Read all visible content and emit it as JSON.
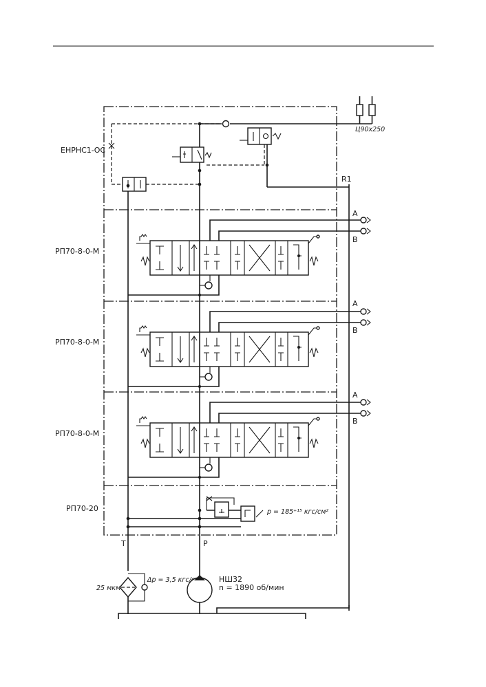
{
  "sections": {
    "enrns": "ЕНРНС1-ОС",
    "rp_1": "РП70-8-0-М",
    "rp_2": "РП70-8-0-М",
    "rp_3": "РП70-8-0-М",
    "rp_20": "РП70-20"
  },
  "cylinder": {
    "label": "Ц90х250"
  },
  "ports": {
    "r1": "R1",
    "a": "A",
    "b": "B",
    "t": "T",
    "p": "P"
  },
  "relief": {
    "label": "p = 185⁺¹⁵ кгс/см²"
  },
  "filter": {
    "rating": "25 мкм",
    "dp": "Δp = 3,5 кгс/см²"
  },
  "pump": {
    "model": "НШ32",
    "speed": "n = 1890 об/мин"
  }
}
